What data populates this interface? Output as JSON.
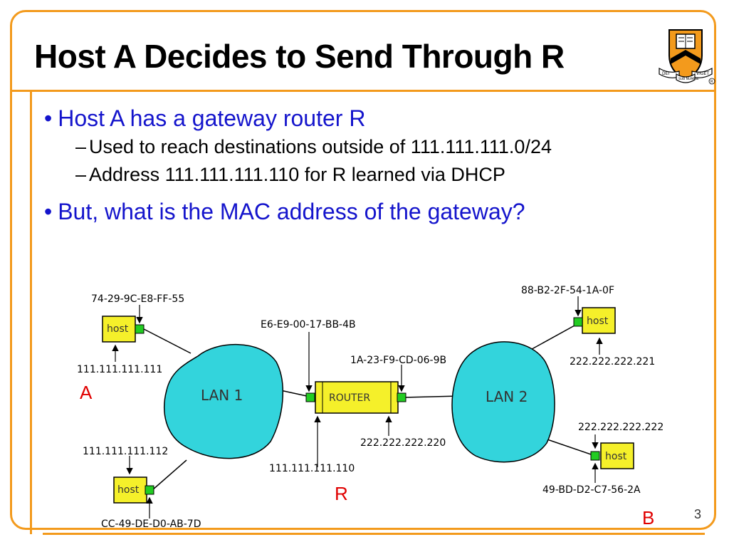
{
  "slide": {
    "title": "Host A Decides to Send Through R",
    "page_number": "3"
  },
  "bullets": [
    {
      "text": "Host A has a gateway router R",
      "sub": [
        "Used to reach destinations outside of 111.111.111.0/24",
        "Address 111.111.111.110 for R learned via DHCP"
      ]
    },
    {
      "text": "But, what is the MAC address of the gateway?"
    }
  ],
  "diagram": {
    "lan1_label": "LAN 1",
    "lan2_label": "LAN 2",
    "router_label": "ROUTER",
    "host_label": "host",
    "host_a": {
      "mac": "74-29-9C-E8-FF-55",
      "ip": "111.111.111.111",
      "tag": "A"
    },
    "host_lan1_bottom": {
      "ip": "111.111.111.112",
      "mac": "CC-49-DE-D0-AB-7D"
    },
    "router": {
      "left_mac": "E6-E9-00-17-BB-4B",
      "left_ip": "111.111.111.110",
      "right_mac": "1A-23-F9-CD-06-9B",
      "right_ip": "222.222.222.220",
      "tag": "R"
    },
    "host_lan2_top": {
      "mac": "88-B2-2F-54-1A-0F",
      "ip": "222.222.222.221"
    },
    "host_b": {
      "ip": "222.222.222.222",
      "mac": "49-BD-D2-C7-56-2A",
      "tag": "B"
    }
  },
  "colors": {
    "accent": "#f39a1c",
    "bullet_blue": "#1414cc",
    "lan_fill": "#33d4dc",
    "host_fill": "#f5f02a",
    "port_green": "#22cc22",
    "tag_red": "#e00000"
  },
  "logo": {
    "icon": "princeton-shield-icon",
    "motto_left": "DEI",
    "motto_center": "SUB NUMINE",
    "motto_right": "VIGET"
  }
}
